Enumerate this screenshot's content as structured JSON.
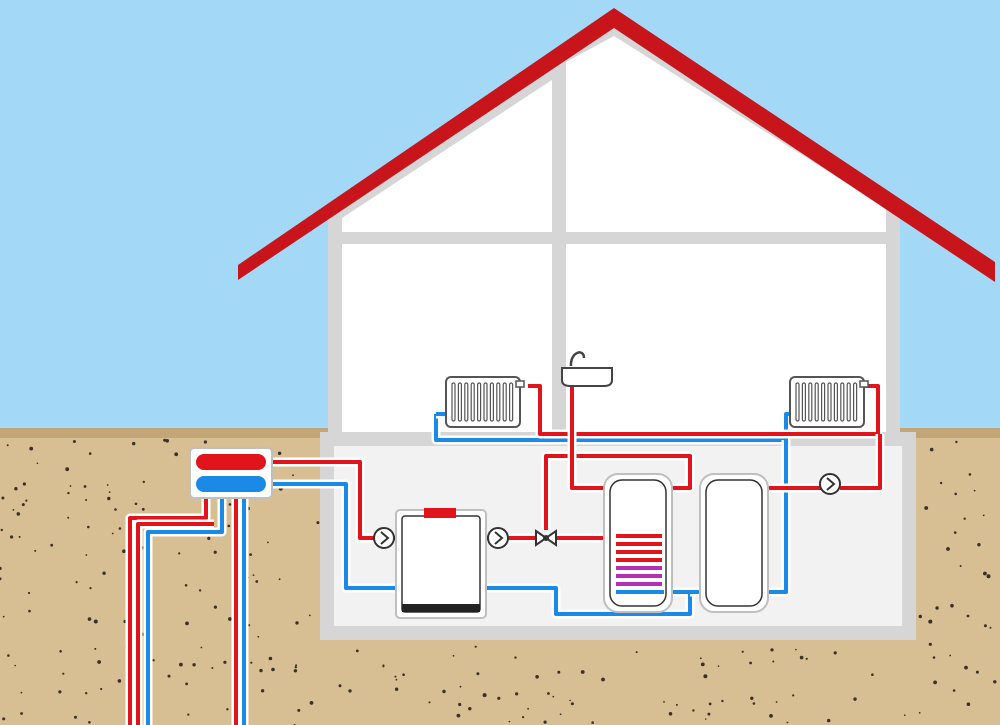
{
  "colors": {
    "sky": "#a3d8f7",
    "ground": "#d7bf93",
    "ground_top": "#c2a677",
    "roof": "#c8151b",
    "house_wall": "#ffffff",
    "house_frame": "#d6d6d6",
    "basement": "#f2f2f2",
    "hot_pipe": "#e1141c",
    "cold_pipe": "#1b8ae6",
    "pipe_casing": "#ffffff",
    "coil_purple": "#b42fb4",
    "equipment_outline": "#333333"
  },
  "components": [
    {
      "name": "ground-loop-manifold",
      "kind": "manifold"
    },
    {
      "name": "heat-pump-unit",
      "kind": "heat pump"
    },
    {
      "name": "hot-water-storage-tank",
      "kind": "tank with coil"
    },
    {
      "name": "buffer-tank",
      "kind": "tank"
    },
    {
      "name": "radiator-left",
      "kind": "radiator"
    },
    {
      "name": "radiator-right",
      "kind": "radiator"
    },
    {
      "name": "sink-faucet",
      "kind": "tap"
    },
    {
      "name": "circulation-pump-source",
      "kind": "pump"
    },
    {
      "name": "circulation-pump-load",
      "kind": "pump"
    },
    {
      "name": "circulation-pump-heating",
      "kind": "pump"
    },
    {
      "name": "three-way-valve",
      "kind": "valve"
    }
  ]
}
